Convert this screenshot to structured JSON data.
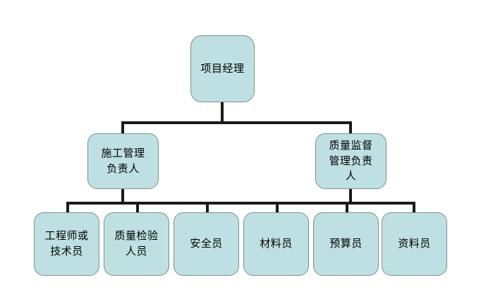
{
  "chart_data": {
    "type": "diagram",
    "title": "",
    "diagram_kind": "organization-chart",
    "orientation": "top-down",
    "levels": 3,
    "node_fill_color": "#bfe0e2",
    "node_border_color": "#7d8e8f",
    "connector_color": "#1a1a1a",
    "background_color": "#ffffff",
    "nodes": [
      {
        "id": "n1",
        "level": 1,
        "label": "项目经理"
      },
      {
        "id": "n2a",
        "level": 2,
        "label": "施工管理\n负责人"
      },
      {
        "id": "n2b",
        "level": 2,
        "label": "质量监督\n管理负责\n人"
      },
      {
        "id": "n3a",
        "level": 3,
        "label": "工程师或\n技术员"
      },
      {
        "id": "n3b",
        "level": 3,
        "label": "质量检验\n人员"
      },
      {
        "id": "n3c",
        "level": 3,
        "label": "安全员"
      },
      {
        "id": "n3d",
        "level": 3,
        "label": "材料员"
      },
      {
        "id": "n3e",
        "level": 3,
        "label": "预算员"
      },
      {
        "id": "n3f",
        "level": 3,
        "label": "资料员"
      }
    ],
    "edges": [
      {
        "from": "n1",
        "to": "n2a"
      },
      {
        "from": "n1",
        "to": "n2b"
      },
      {
        "from": "n2a",
        "to": "n3a"
      },
      {
        "from": "n2a",
        "to": "n3b"
      },
      {
        "from": "n2a",
        "to": "n3c"
      },
      {
        "from": "n2b",
        "to": "n3d"
      },
      {
        "from": "n2b",
        "to": "n3e"
      },
      {
        "from": "n2b",
        "to": "n3f"
      }
    ]
  },
  "chart": {
    "level1": {
      "manager": "项目经理"
    },
    "level2": {
      "construction": "施工管理\n负责人",
      "quality": "质量监督\n管理负责\n人"
    },
    "level3": [
      {
        "label": "工程师或\n技术员"
      },
      {
        "label": "质量检验\n人员"
      },
      {
        "label": "安全员"
      },
      {
        "label": "材料员"
      },
      {
        "label": "预算员"
      },
      {
        "label": "资料员"
      }
    ]
  }
}
